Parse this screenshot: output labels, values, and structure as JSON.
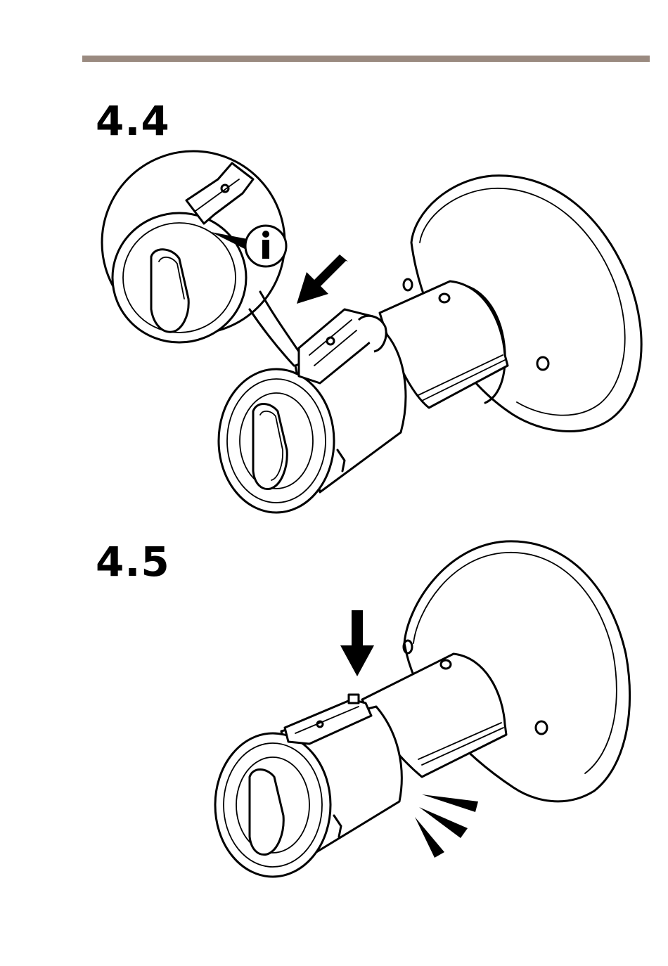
{
  "document": {
    "rule_color": "#9a8a80",
    "steps": [
      {
        "label": "4.4"
      },
      {
        "label": "4.5"
      }
    ],
    "info_badge": {
      "glyph": "i"
    }
  }
}
